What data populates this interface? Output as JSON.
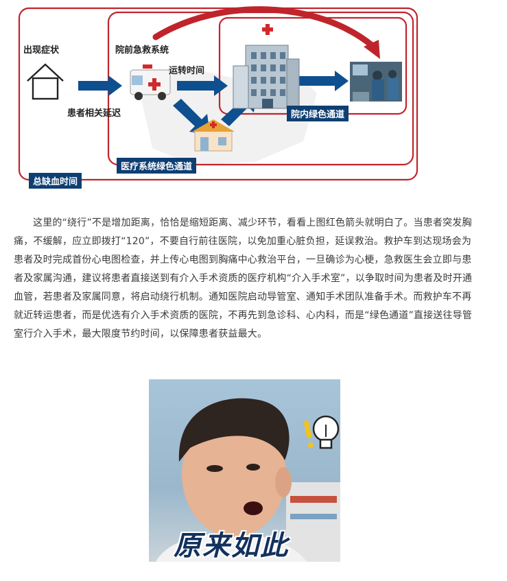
{
  "diagram": {
    "labels": {
      "symptom": "出现症状",
      "prehospital": "院前急救系统",
      "transport": "运转时间",
      "patient_delay": "患者相关延迟",
      "inhospital": "院内绿色通道",
      "medical_system": "医疗系统绿色通道",
      "total": "总缺血时间"
    },
    "colors": {
      "frame_red": "#c0242b",
      "arrow_blue": "#0e4f8f",
      "tag_navy": "#0e3f73"
    }
  },
  "article": {
    "paragraph": "这里的“绕行”不是增加距离，恰恰是缩短距离、减少环节，看看上图红色箭头就明白了。当患者突发胸痛，不缓解，应立即拨打“120”，不要自行前往医院，以免加重心脏负担，延误救治。救护车到达现场会为患者及时完成首份心电图检查，并上传心电图到胸痛中心救治平台，一旦确诊为心梗，急救医生会立即与患者及家属沟通，建议将患者直接送到有介入手术资质的医疗机构“介入手术室”，以争取时间为患者及时开通血管，若患者及家属同意，将启动绕行机制。通知医院启动导管室、通知手术团队准备手术。而救护车不再就近转运患者，而是优选有介入手术资质的医院，不再先到急诊科、心内科，而是“绿色通道”直接送往导管室行介入手术，最大限度节约时间，以保障患者获益最大。"
  },
  "meme": {
    "caption": "原来如此"
  }
}
